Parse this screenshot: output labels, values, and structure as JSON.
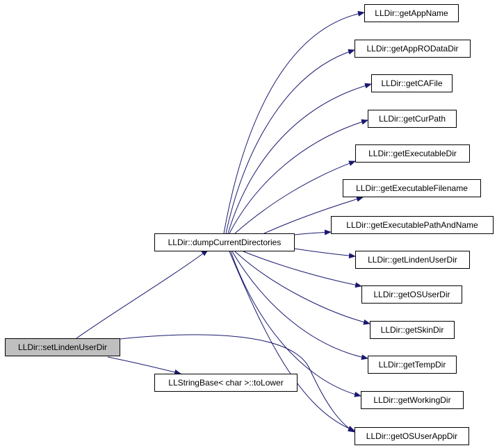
{
  "graph": {
    "edge_color": "#191970",
    "root_fill": "#bfbfbf",
    "nodes": {
      "root": "LLDir::setLindenUserDir",
      "dump": "LLDir::dumpCurrentDirectories",
      "tolower": "LLStringBase< char >::toLower",
      "appname": "LLDir::getAppName",
      "approdata": "LLDir::getAppRODataDir",
      "cafile": "LLDir::getCAFile",
      "curpath": "LLDir::getCurPath",
      "execdir": "LLDir::getExecutableDir",
      "execfile": "LLDir::getExecutableFilename",
      "execpath": "LLDir::getExecutablePathAndName",
      "lindenuser": "LLDir::getLindenUserDir",
      "osuser": "LLDir::getOSUserDir",
      "skin": "LLDir::getSkinDir",
      "temp": "LLDir::getTempDir",
      "working": "LLDir::getWorkingDir",
      "osuserapp": "LLDir::getOSUserAppDir"
    }
  }
}
